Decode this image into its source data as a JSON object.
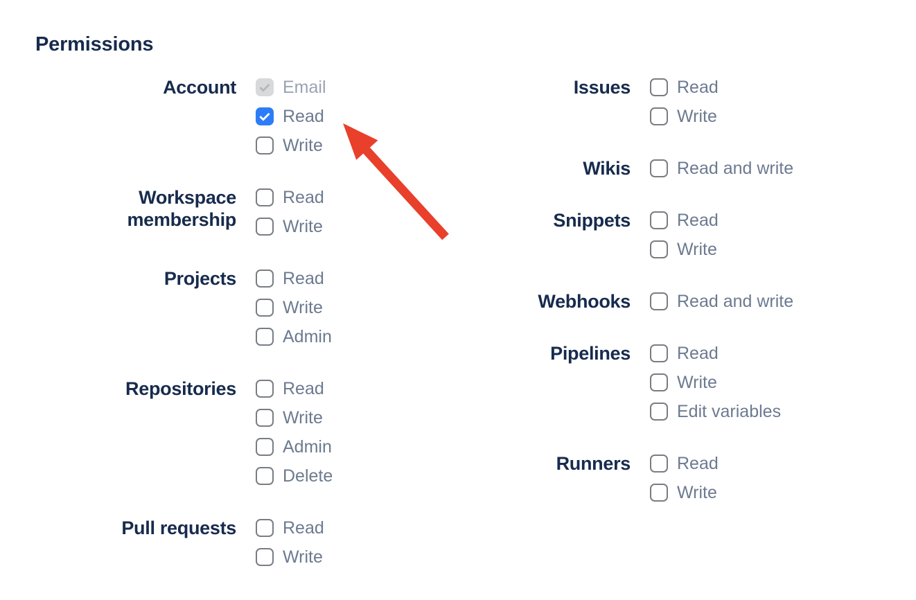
{
  "heading": "Permissions",
  "colors": {
    "heading_text": "#172B4D",
    "group_label_text": "#172B4D",
    "option_label_text": "#6C7A90",
    "disabled_option_label_text": "#9AA3B2",
    "checkbox_border": "#797d82",
    "checkbox_checked_bg": "#2D7CF7",
    "checkbox_disabled_bg": "#d7d9db",
    "arrow": "#E8402B"
  },
  "annotation": {
    "arrow_color": "#E8402B",
    "points_to": "account-read-checkbox"
  },
  "columns": [
    {
      "groups": [
        {
          "label": "Account",
          "options": [
            {
              "label": "Email",
              "state": "disabled-checked"
            },
            {
              "label": "Read",
              "state": "checked"
            },
            {
              "label": "Write",
              "state": "unchecked"
            }
          ]
        },
        {
          "label": "Workspace membership",
          "options": [
            {
              "label": "Read",
              "state": "unchecked"
            },
            {
              "label": "Write",
              "state": "unchecked"
            }
          ]
        },
        {
          "label": "Projects",
          "options": [
            {
              "label": "Read",
              "state": "unchecked"
            },
            {
              "label": "Write",
              "state": "unchecked"
            },
            {
              "label": "Admin",
              "state": "unchecked"
            }
          ]
        },
        {
          "label": "Repositories",
          "options": [
            {
              "label": "Read",
              "state": "unchecked"
            },
            {
              "label": "Write",
              "state": "unchecked"
            },
            {
              "label": "Admin",
              "state": "unchecked"
            },
            {
              "label": "Delete",
              "state": "unchecked"
            }
          ]
        },
        {
          "label": "Pull requests",
          "options": [
            {
              "label": "Read",
              "state": "unchecked"
            },
            {
              "label": "Write",
              "state": "unchecked"
            }
          ]
        }
      ]
    },
    {
      "groups": [
        {
          "label": "Issues",
          "options": [
            {
              "label": "Read",
              "state": "unchecked"
            },
            {
              "label": "Write",
              "state": "unchecked"
            }
          ]
        },
        {
          "label": "Wikis",
          "options": [
            {
              "label": "Read and write",
              "state": "unchecked"
            }
          ]
        },
        {
          "label": "Snippets",
          "options": [
            {
              "label": "Read",
              "state": "unchecked"
            },
            {
              "label": "Write",
              "state": "unchecked"
            }
          ]
        },
        {
          "label": "Webhooks",
          "options": [
            {
              "label": "Read and write",
              "state": "unchecked"
            }
          ]
        },
        {
          "label": "Pipelines",
          "options": [
            {
              "label": "Read",
              "state": "unchecked"
            },
            {
              "label": "Write",
              "state": "unchecked"
            },
            {
              "label": "Edit variables",
              "state": "unchecked"
            }
          ]
        },
        {
          "label": "Runners",
          "options": [
            {
              "label": "Read",
              "state": "unchecked"
            },
            {
              "label": "Write",
              "state": "unchecked"
            }
          ]
        }
      ]
    }
  ]
}
